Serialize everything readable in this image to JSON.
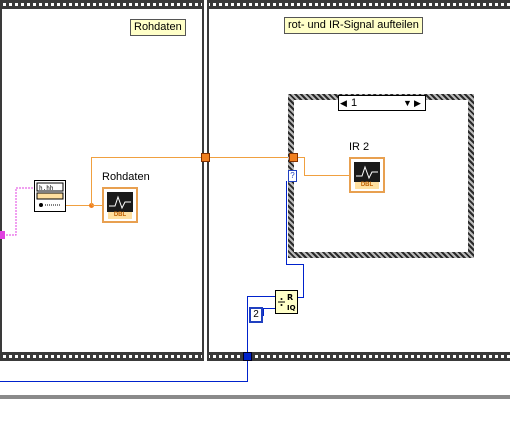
{
  "frames": {
    "left_label": "Rohdaten",
    "right_label": "rot- und IR-Signal aufteilen"
  },
  "case_structure": {
    "selector_value": "1"
  },
  "terminals": {
    "rohdaten_label": "Rohdaten",
    "ir_label": "IR  2",
    "type_text": "DBL"
  },
  "constants": {
    "index_value": "2"
  },
  "colors": {
    "frame": "#3a3a3a",
    "wire_dbl": "#f0a040",
    "wire_int": "#0022cc",
    "wire_cluster": "#e040e0",
    "label_bg": "#ffffc8"
  }
}
